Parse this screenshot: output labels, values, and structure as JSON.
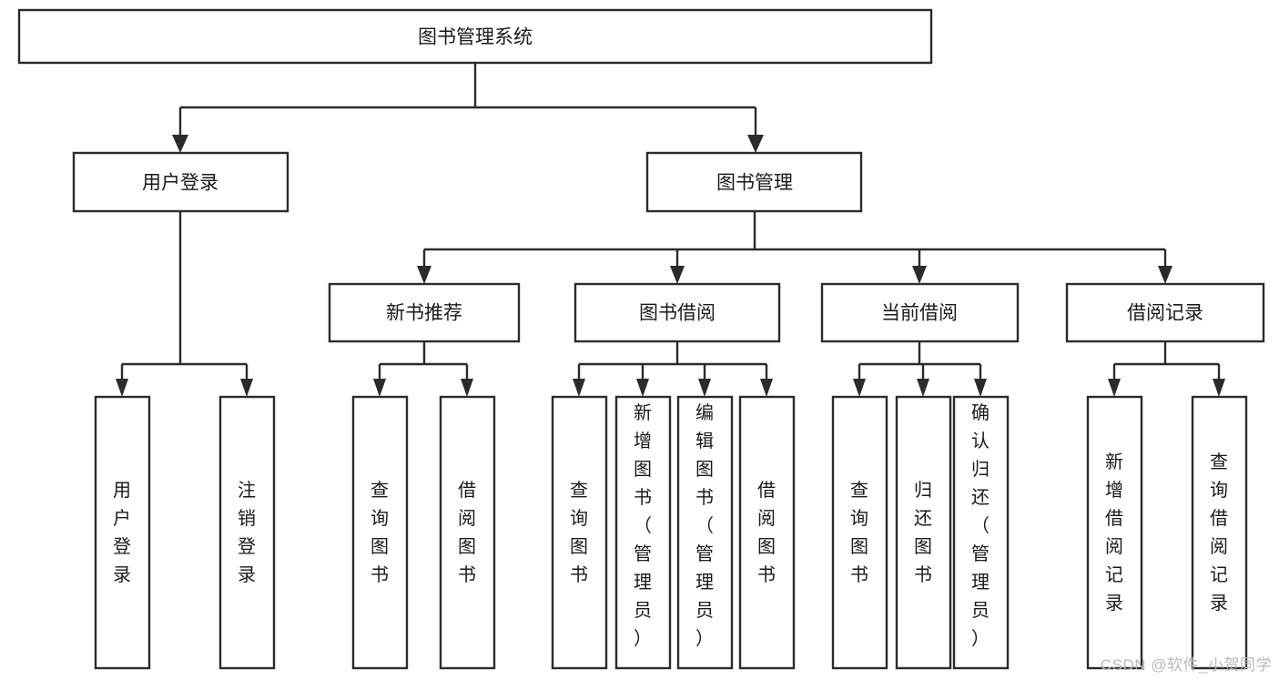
{
  "diagram": {
    "title": "图书管理系统",
    "type": "tree-hierarchy",
    "watermark": "CSDN @软件_小贺同学",
    "colors": {
      "stroke": "#2b2b2b",
      "fill": "#ffffff",
      "text": "#1a1a1a",
      "watermark": "#b9b9b9"
    },
    "root": {
      "label": "图书管理系统"
    },
    "level2": [
      {
        "label": "用户登录"
      },
      {
        "label": "图书管理"
      }
    ],
    "level3": [
      {
        "label": "新书推荐"
      },
      {
        "label": "图书借阅"
      },
      {
        "label": "当前借阅"
      },
      {
        "label": "借阅记录"
      }
    ],
    "leaves": {
      "user_login": [
        {
          "label": "用户登录"
        },
        {
          "label": "注销登录"
        }
      ],
      "new_book": [
        {
          "label": "查询图书"
        },
        {
          "label": "借阅图书"
        }
      ],
      "book_borrow": [
        {
          "label": "查询图书"
        },
        {
          "label": "新增图书（管理员）"
        },
        {
          "label": "编辑图书（管理员）"
        },
        {
          "label": "借阅图书"
        }
      ],
      "current_borrow": [
        {
          "label": "查询图书"
        },
        {
          "label": "归还图书"
        },
        {
          "label": "确认归还（管理员）"
        }
      ],
      "borrow_record": [
        {
          "label": "新增借阅记录"
        },
        {
          "label": "查询借阅记录"
        }
      ]
    }
  }
}
